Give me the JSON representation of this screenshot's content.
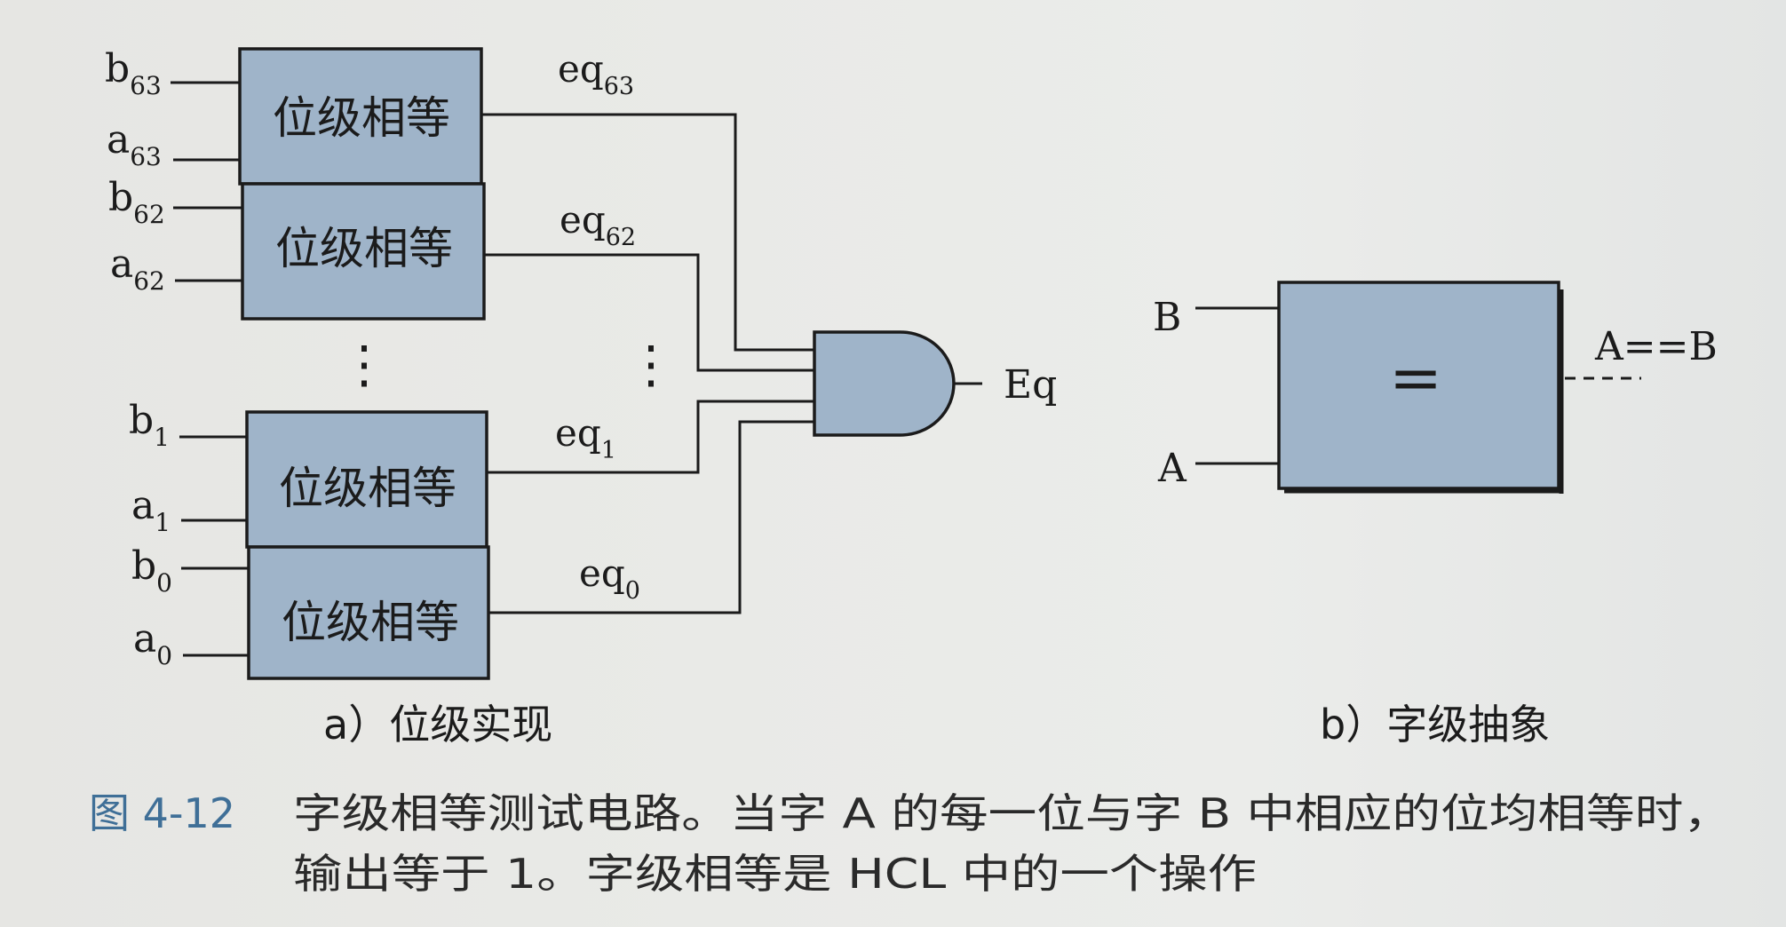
{
  "bit_block_label": "位级相等",
  "bit_inputs": {
    "b63": {
      "base": "b",
      "sub": "63"
    },
    "a63": {
      "base": "a",
      "sub": "63"
    },
    "b62": {
      "base": "b",
      "sub": "62"
    },
    "a62": {
      "base": "a",
      "sub": "62"
    },
    "b1": {
      "base": "b",
      "sub": "1"
    },
    "a1": {
      "base": "a",
      "sub": "1"
    },
    "b0": {
      "base": "b",
      "sub": "0"
    },
    "a0": {
      "base": "a",
      "sub": "0"
    }
  },
  "eq_outputs": {
    "eq63": {
      "base": "eq",
      "sub": "63"
    },
    "eq62": {
      "base": "eq",
      "sub": "62"
    },
    "eq1": {
      "base": "eq",
      "sub": "1"
    },
    "eq0": {
      "base": "eq",
      "sub": "0"
    }
  },
  "ellipsis": "⋮",
  "gate_output": "Eq",
  "abstract": {
    "input_b": "B",
    "input_a": "A",
    "symbol": "=",
    "output": "A==B"
  },
  "subcaptions": {
    "a": "a）位级实现",
    "b": "b）字级抽象"
  },
  "caption": {
    "figure_number": "图 4-12",
    "line1": "字级相等测试电路。当字 A 的每一位与字 B 中相应的位均相等时，",
    "line2": "输出等于 1。字级相等是 HCL 中的一个操作"
  }
}
